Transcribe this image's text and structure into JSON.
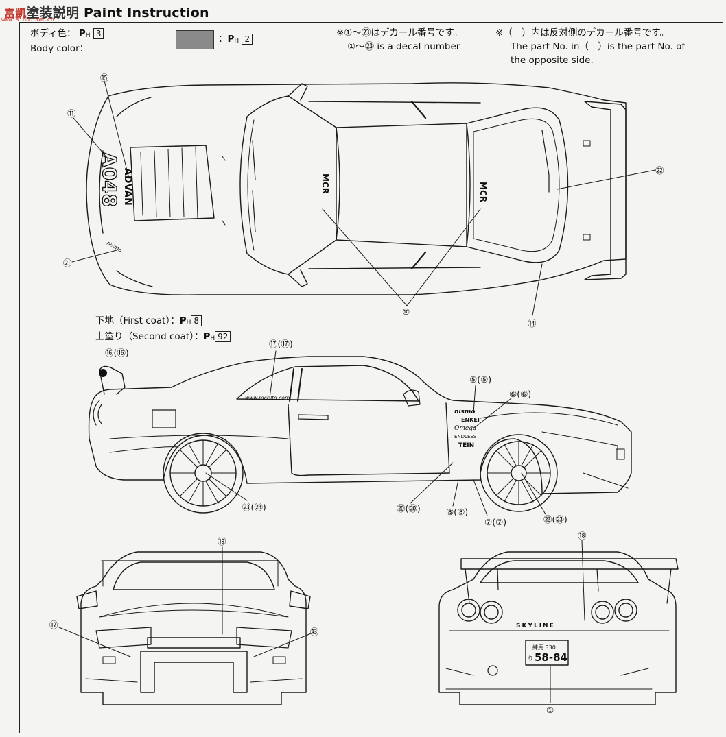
{
  "header": {
    "watermark": "富",
    "watermark2": "凱",
    "title_jp": "塗装説明",
    "title_en": "Paint Instruction",
    "watermark_url": "www.sihu.com.cn"
  },
  "body_color": {
    "label_jp": "ボディ色：",
    "label_en": "Body color：",
    "code_prefix": "P",
    "code_sub": "H",
    "code_num": "3",
    "swatch_color": "#8a8a8a",
    "swatch_code_num": "2"
  },
  "notes": {
    "decal_jp": "※①～㉓はデカール番号です。",
    "decal_en": "①～㉓ is a decal number",
    "opposite_jp": "※（　）内は反対側のデカール番号です。",
    "opposite_en1": "The part No. in（　）is the part No. of",
    "opposite_en2": "the opposite side."
  },
  "coats": {
    "first_label": "下地（First coat）：",
    "first_num": "8",
    "second_label": "上塗り（Second coat）：",
    "second_num": "92"
  },
  "decals_top": {
    "advan": "ADVAN",
    "a048": "A048",
    "nismo": "nismo",
    "mcr": "MCR"
  },
  "decals_side": {
    "web": "www.mcr-ltd.com",
    "sponsors": [
      "nismo",
      "ENKEI",
      "Omega",
      "ENDLESS",
      "TEIN"
    ]
  },
  "plate": {
    "region": "練馬 330",
    "number": "58-84",
    "kana": "り",
    "rear_text": "SKYLINE"
  },
  "callouts": {
    "c1": "①",
    "c5": "⑤(⑤)",
    "c6": "⑥(⑥)",
    "c7": "⑦(⑦)",
    "c8": "⑧(⑧)",
    "c10": "⑩",
    "c11": "⑪",
    "c12": "⑫",
    "c13": "⑬",
    "c14": "⑭",
    "c15": "⑮",
    "c16": "⑯(⑯)",
    "c17": "⑰(⑰)",
    "c18": "⑱",
    "c19": "⑲",
    "c20": "⑳(⑳)",
    "c21": "㉑",
    "c22": "㉒",
    "c23a": "㉓(㉓)",
    "c23b": "㉓(㉓)"
  },
  "colors": {
    "line": "#1a1a1a",
    "paper": "#f4f4f2",
    "watermark": "#c43a2e"
  }
}
